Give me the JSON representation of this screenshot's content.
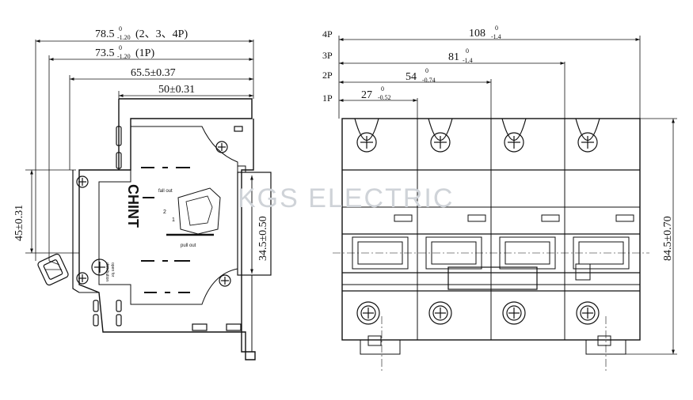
{
  "side_view": {
    "dims": {
      "d1_main": "78.5",
      "d1_sup": "0",
      "d1_sub": "-1.20",
      "d1_suffix": "(2、3、4P)",
      "d2_main": "73.5",
      "d2_sup": "0",
      "d2_sub": "-1.20",
      "d2_suffix": "(1P)",
      "d3": "65.5±0.37",
      "d4": "50±0.31",
      "height_left": "45±0.31",
      "height_right": "34.5±0.50"
    },
    "labels": {
      "brand": "CHINT",
      "pull_out": "pull out",
      "fall_out": "fall out",
      "open_for": "open for",
      "distribution": "distribution",
      "mark_1": "1",
      "mark_2": "2"
    }
  },
  "front_view": {
    "pole_labels": [
      "4P",
      "3P",
      "2P",
      "1P"
    ],
    "dims": {
      "w4_main": "108",
      "w4_sup": "0",
      "w4_sub": "-1.4",
      "w3_main": "81",
      "w3_sup": "0",
      "w3_sub": "-1.4",
      "w2_main": "54",
      "w2_sup": "0",
      "w2_sub": "-0.74",
      "w1_main": "27",
      "w1_sup": "0",
      "w1_sub": "-0.52",
      "height": "84.5±0.70"
    }
  },
  "watermark": "KGS ELECTRIC"
}
